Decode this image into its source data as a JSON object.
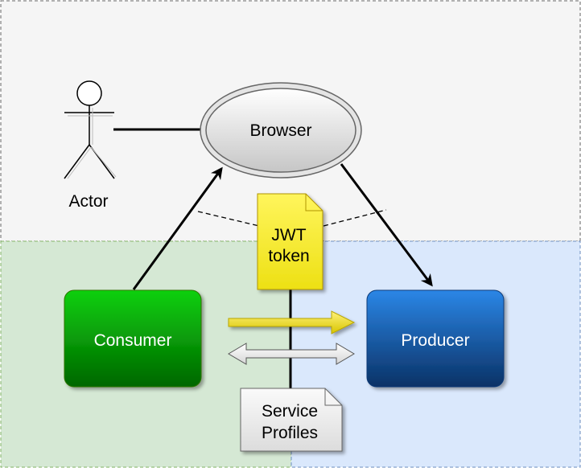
{
  "nodes": {
    "actor": {
      "label": "Actor"
    },
    "browser": {
      "label": "Browser"
    },
    "consumer": {
      "label": "Consumer"
    },
    "producer": {
      "label": "Producer"
    },
    "jwt_token": {
      "line1": "JWT",
      "line2": "token"
    },
    "service_profiles": {
      "line1": "Service",
      "line2": "Profiles"
    }
  },
  "colors": {
    "top_zone_fill": "#f5f5f5",
    "consumer_zone_fill": "#d5e8d4",
    "producer_zone_fill": "#dae8fc",
    "consumer_box": "#00a000",
    "producer_box": "#1565c0",
    "token_note": "#fff44f"
  }
}
